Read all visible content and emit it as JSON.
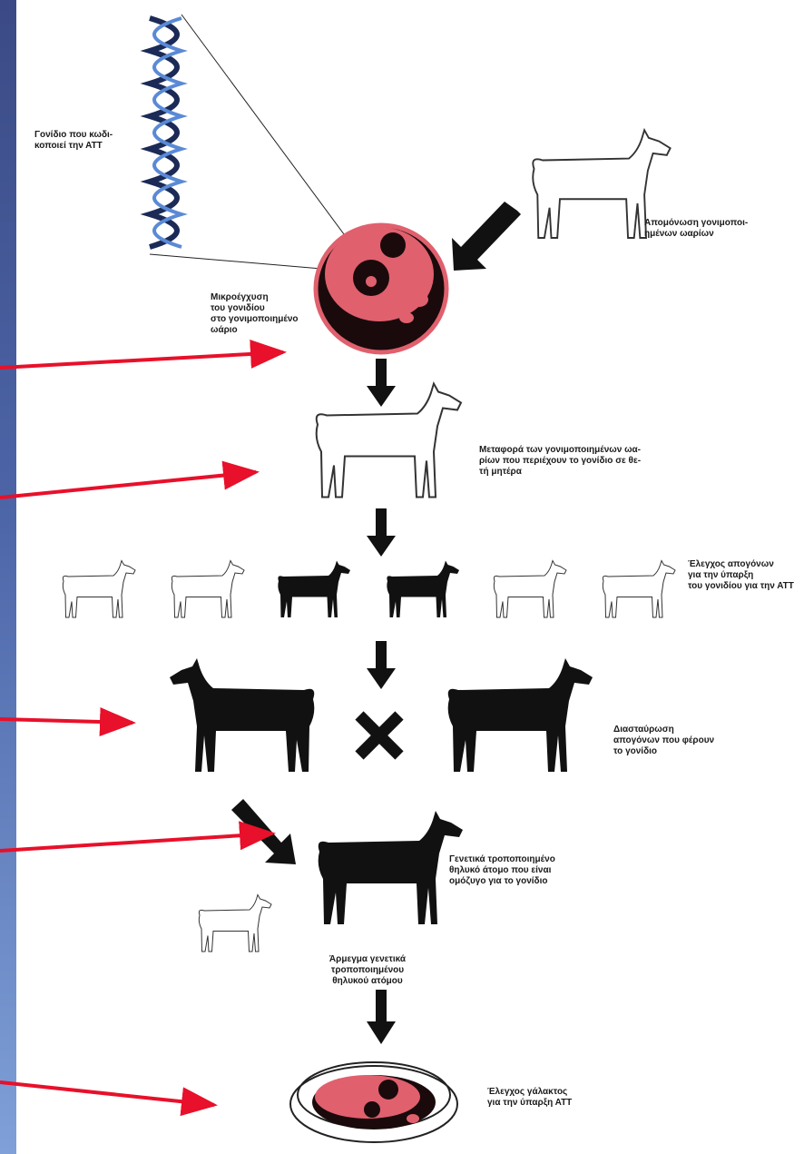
{
  "labels": {
    "gene": "Γονίδιο που κωδι-\nκοποιεί την ΑΤΤ",
    "isolation": "Απομόνωση γονιμοποι-\nημένων ωαρίων",
    "microinjection": "Μικροέγχυση\nτου γονιδίου\nστο γονιμοποιημένο\nωάριο",
    "transfer": "Μεταφορά των γονιμοποιημένων ωα-\nρίων που περιέχουν το γονίδιο σε θε-\nτή μητέρα",
    "offspring_check": "Έλεγχος απογόνων\nγια την ύπαρξη\nτου γονιδίου για την ΑΤΤ",
    "cross": "Διασταύρωση\nαπογόνων που φέρουν\nτο γονίδιο",
    "female": "Γενετικά τροποποιημένο\nθηλυκό άτομο που είναι\nομόζυγο για το γονίδιο",
    "milking": "Άρμεγμα γενετικά\nτροποποιημένου\nθηλυκού ατόμου",
    "milk_check": "Έλεγχος γάλακτος\nγια την ύπαρξη ΑΤΤ"
  },
  "colors": {
    "sidebar": "#4a5f9f",
    "pointer_arrow": "#e8102a",
    "egg_fill": "#e0606e",
    "egg_dark": "#1a0a0c",
    "goat_black": "#111111",
    "goat_outline": "#333333"
  },
  "offspring": [
    "outline",
    "outline",
    "black",
    "black",
    "outline",
    "outline"
  ]
}
